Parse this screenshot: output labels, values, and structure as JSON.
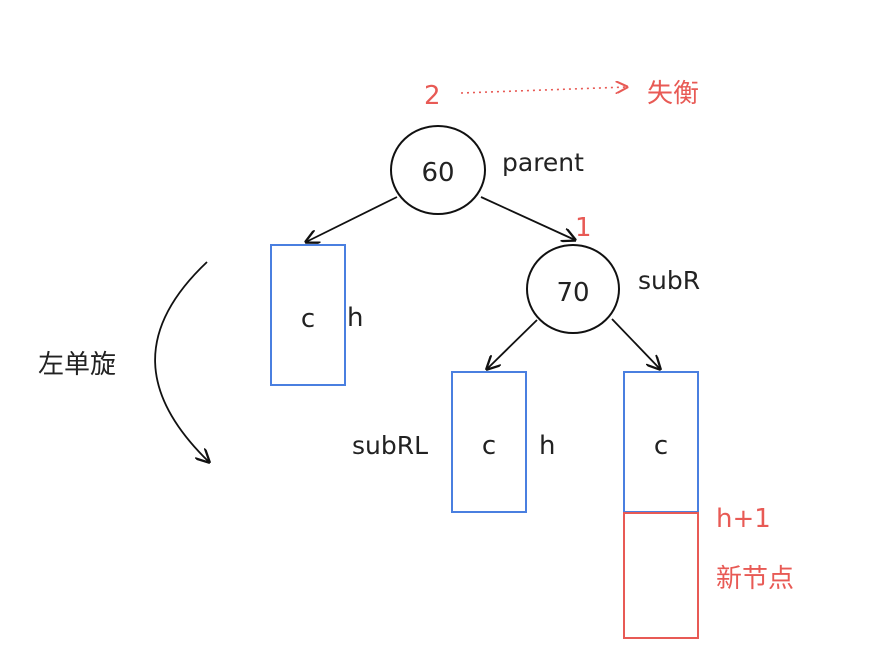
{
  "colors": {
    "ink": "#111111",
    "red": "#e85a55",
    "blue": "#4a7fe0"
  },
  "balance_factors": {
    "root": "2",
    "right_child": "1"
  },
  "annotations": {
    "imbalance": "失衡",
    "rotation": "左单旋",
    "new_node": "新节点"
  },
  "nodes": {
    "root": {
      "value": "60",
      "tag": "parent"
    },
    "right_child": {
      "value": "70",
      "tag": "subR"
    }
  },
  "subtrees": {
    "left_of_root": {
      "label": "c",
      "height": "h"
    },
    "left_of_subr": {
      "label": "c",
      "height": "h",
      "tag": "subRL"
    },
    "right_of_subr": {
      "label": "c",
      "height": "h+1"
    }
  }
}
